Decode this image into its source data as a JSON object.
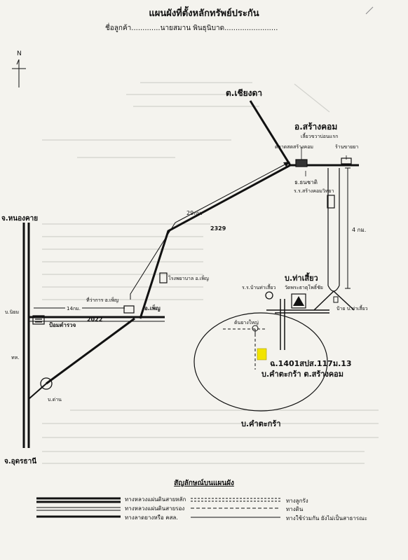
{
  "title": "แผนผังที่ตั้งหลักทรัพย์ประกัน",
  "customer": {
    "label": "ชื่อลูกค้า",
    "name": "นายสมาน พินธุนิบาด"
  },
  "north": "N",
  "places": {
    "chiang_da": "ต.เชียงดา",
    "sang_khom": "อ.สร้างคอม",
    "seaw_turn": "เลี้ยวขวาบ่อนแรก",
    "market": "ตลาดสดสร้างคอม",
    "sale_shop": "ร้านขายยา",
    "bank": "ธ.ธนชาติ",
    "school_sang": "ร.ร.สร้างคอมวิทยา",
    "nong_khai": "จ.หนองคาย",
    "udon": "จ.อุดรธานี",
    "km29": "29กม.",
    "road2329": "2329",
    "hospital": "โรงพยาบาล อ.เพ็ญ",
    "district_office": "ที่ว่าการ อ.เพ็ญ",
    "phen": "อ.เพ็ญ",
    "km14": "14กม.",
    "road2022": "2022",
    "police": "ป้อมตำรวจ",
    "bniam": "บ.นิยม",
    "tho": "ทห.",
    "ban_dan": "บ.ด่าน",
    "tha_siao": "บ.ท่าเสี้ยว",
    "school_tha": "ร.ร.บ้านท่าเสี้ยว",
    "temple": "วัดพระธาตุโพธิ์ชัย",
    "tree": "ต้นยางใหญ่",
    "km4": "4 กม.",
    "sign": "ป้าย บ.ท่าเสี้ยว",
    "plot": "ฉ.1401สปส.117ม.13",
    "plot_loc": "บ.คำตะกร้า ต.สร้างคอม",
    "kham_takra": "บ.คำตะกร้า"
  },
  "legend": {
    "title": "สัญลักษณ์บนแผนผัง",
    "main_highway": "ทางหลวงแผ่นดินสายหลัก",
    "secondary_highway": "ทางหลวงแผ่นดินสายรอง",
    "paved_road": "ทางลาดยางหรือ คสล.",
    "gravel_road": "ทางลูกรัง",
    "dirt_road": "ทางดิน",
    "shared_road": "ทางใช้ร่วมกัน ยังไม่เป็นสาธารณะ"
  },
  "colors": {
    "paper": "#f4f3ee",
    "ink": "#111111",
    "plot": "#f2e400"
  }
}
